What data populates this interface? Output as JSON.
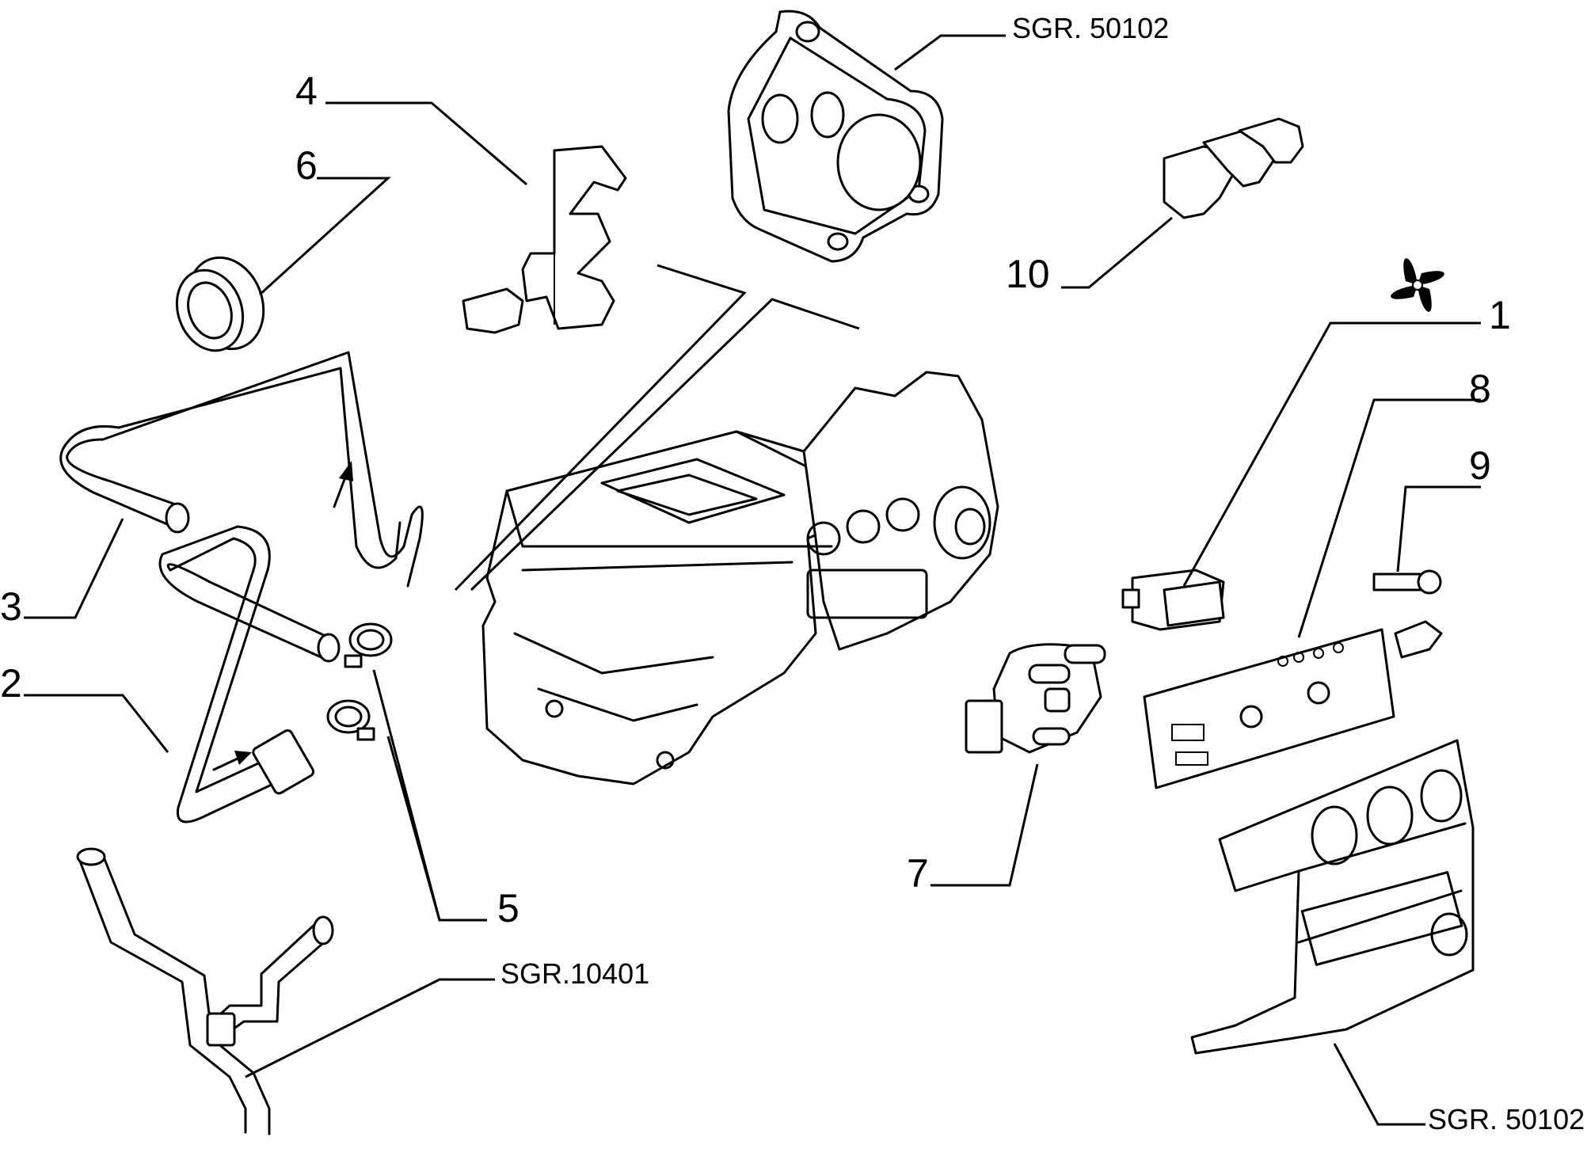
{
  "callouts": {
    "c1": "1",
    "c2": "2",
    "c3": "3",
    "c4": "4",
    "c5": "5",
    "c6": "6",
    "c7": "7",
    "c8": "8",
    "c9": "9",
    "c10": "10"
  },
  "references": {
    "top": "SGR. 50102",
    "bottom_left": "SGR.10401",
    "bottom_right": "SGR. 50102"
  },
  "icons": {
    "fan": "fan-icon"
  }
}
